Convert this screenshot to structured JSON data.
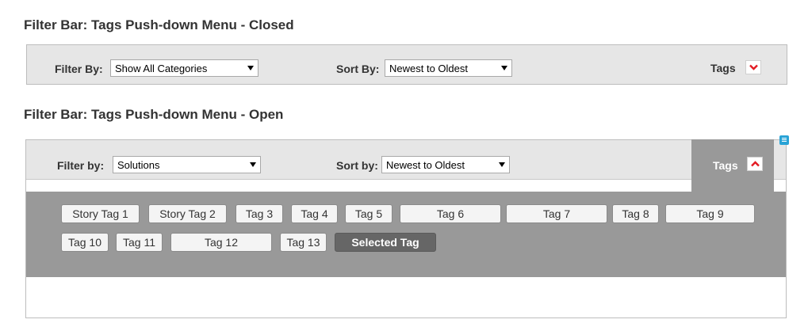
{
  "closed": {
    "title": "Filter Bar: Tags Push-down Menu - Closed",
    "filter_label": "Filter By:",
    "filter_value": "Show All Categories",
    "sort_label": "Sort By:",
    "sort_value": "Newest to Oldest",
    "tags_label": "Tags",
    "toggle_icon": "chevron-down-icon",
    "accent": "#e31b23"
  },
  "open": {
    "title": "Filter Bar: Tags Push-down Menu - Open",
    "filter_label": "Filter by:",
    "filter_value": "Solutions",
    "sort_label": "Sort by:",
    "sort_value": "Newest to Oldest",
    "tags_label": "Tags",
    "toggle_icon": "chevron-up-icon",
    "tags": [
      "Story Tag 1",
      "Story Tag 2",
      "Tag 3",
      "Tag 4",
      "Tag 5",
      "Tag 6",
      "Tag 7",
      "Tag 8",
      "Tag 9",
      "Tag 10",
      "Tag 11",
      "Tag 12",
      "Tag 13",
      "Selected Tag"
    ],
    "selected_tag": "Selected Tag",
    "colors": {
      "panel": "#999999",
      "selected_tag": "#666666",
      "bar": "#e6e6e6"
    }
  },
  "comment_icon": "note-icon"
}
